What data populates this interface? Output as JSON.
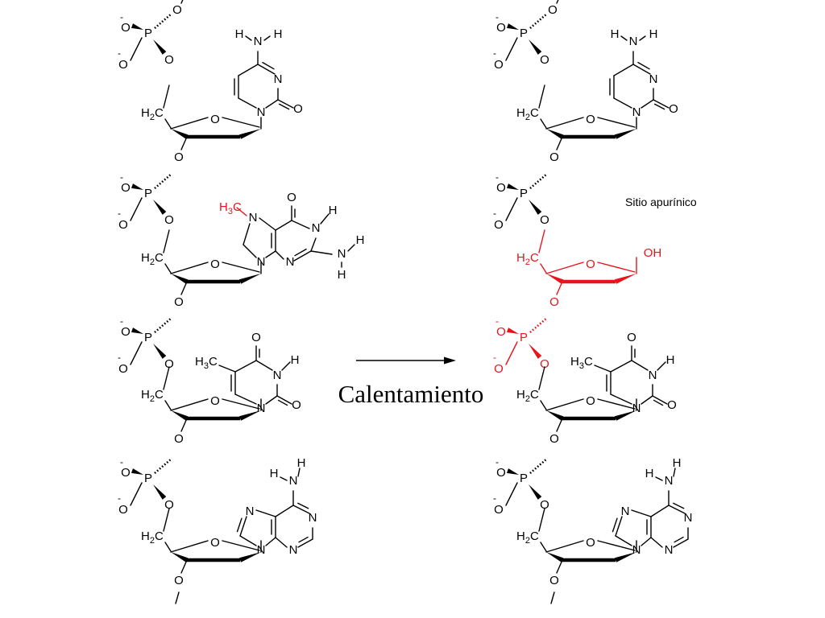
{
  "labels": {
    "process": "Calentamiento",
    "site": "Sitio apurínico",
    "methyl_C": "C",
    "methyl_C_black": "C",
    "methyl_H": "H",
    "methyl_3": "3",
    "h2_H": "H",
    "h2_2": "2",
    "h2_C": "C",
    "atom_O": "O",
    "atom_P": "P",
    "atom_N": "N",
    "atom_H": "H",
    "charge_minus": "-",
    "hydroxyl": "OH"
  },
  "colors": {
    "highlight": "#e8141b",
    "ink": "#000000",
    "background": "#ffffff"
  },
  "strands": [
    {
      "name": "original-strand",
      "nucleotides": [
        {
          "base": "cytosine",
          "modified": false
        },
        {
          "base": "7-methylguanine",
          "modified": true
        },
        {
          "base": "thymine",
          "modified": false
        },
        {
          "base": "adenine",
          "modified": false
        }
      ]
    },
    {
      "name": "heated-strand",
      "nucleotides": [
        {
          "base": "cytosine",
          "modified": false
        },
        {
          "base": "none-apurinic-site",
          "modified": true
        },
        {
          "base": "thymine",
          "modified": false
        },
        {
          "base": "adenine",
          "modified": false
        }
      ]
    }
  ]
}
